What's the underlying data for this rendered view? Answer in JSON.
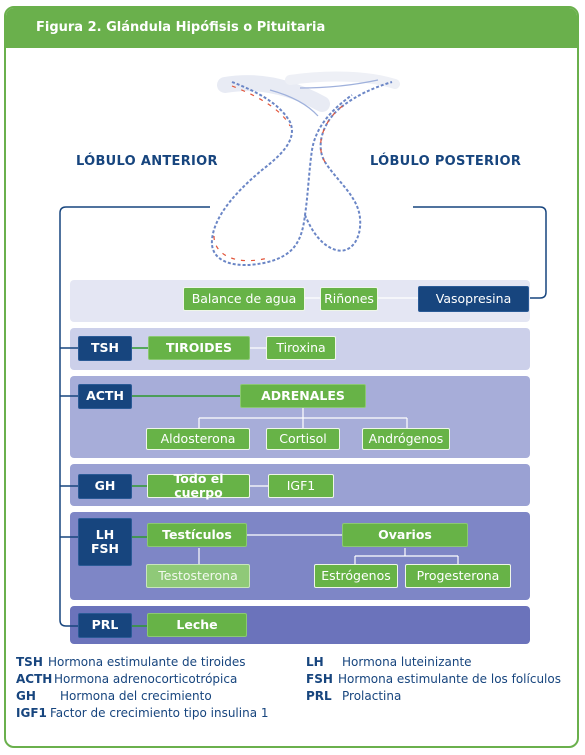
{
  "figure": {
    "title": "Figura 2. Glándula Hipófisis o Pituitaria"
  },
  "lobes": {
    "anterior": "LÓBULO ANTERIOR",
    "posterior": "LÓBULO POSTERIOR"
  },
  "rows": {
    "posterior": {
      "nodes": [
        "Balance de agua",
        "Riñones",
        "Vasopresina"
      ]
    },
    "tsh": {
      "hormone": "TSH",
      "gland": "TIROIDES",
      "product": "Tiroxina"
    },
    "acth": {
      "hormone": "ACTH",
      "gland": "ADRENALES",
      "products": [
        "Aldosterona",
        "Cortisol",
        "Andrógenos"
      ]
    },
    "gh": {
      "hormone": "GH",
      "target": "Todo el cuerpo",
      "product": "IGF1"
    },
    "lhfsh": {
      "hormone_1": "LH",
      "hormone_2": "FSH",
      "testes": "Testículos",
      "testes_product": "Testosterona",
      "ovaries": "Ovarios",
      "ovary_products": [
        "Estrógenos",
        "Progesterona"
      ]
    },
    "prl": {
      "hormone": "PRL",
      "product": "Leche"
    }
  },
  "legend": {
    "left": [
      {
        "abbr": "TSH",
        "text": "Hormona estimulante de tiroides"
      },
      {
        "abbr": "ACTH",
        "text": "Hormona adrenocorticotrópica"
      },
      {
        "abbr": "GH",
        "text": "Hormona del crecimiento"
      },
      {
        "abbr": "IGF1",
        "text": "Factor de crecimiento tipo insulina 1"
      }
    ],
    "right": [
      {
        "abbr": "LH",
        "text": "Hormona luteinizante"
      },
      {
        "abbr": "FSH",
        "text": "Hormona estimulante de los folículos"
      },
      {
        "abbr": "PRL",
        "text": "Prolactina"
      }
    ]
  },
  "colors": {
    "green": "#67b347",
    "navy": "#17457e",
    "frame_green": "#6ab04c"
  }
}
